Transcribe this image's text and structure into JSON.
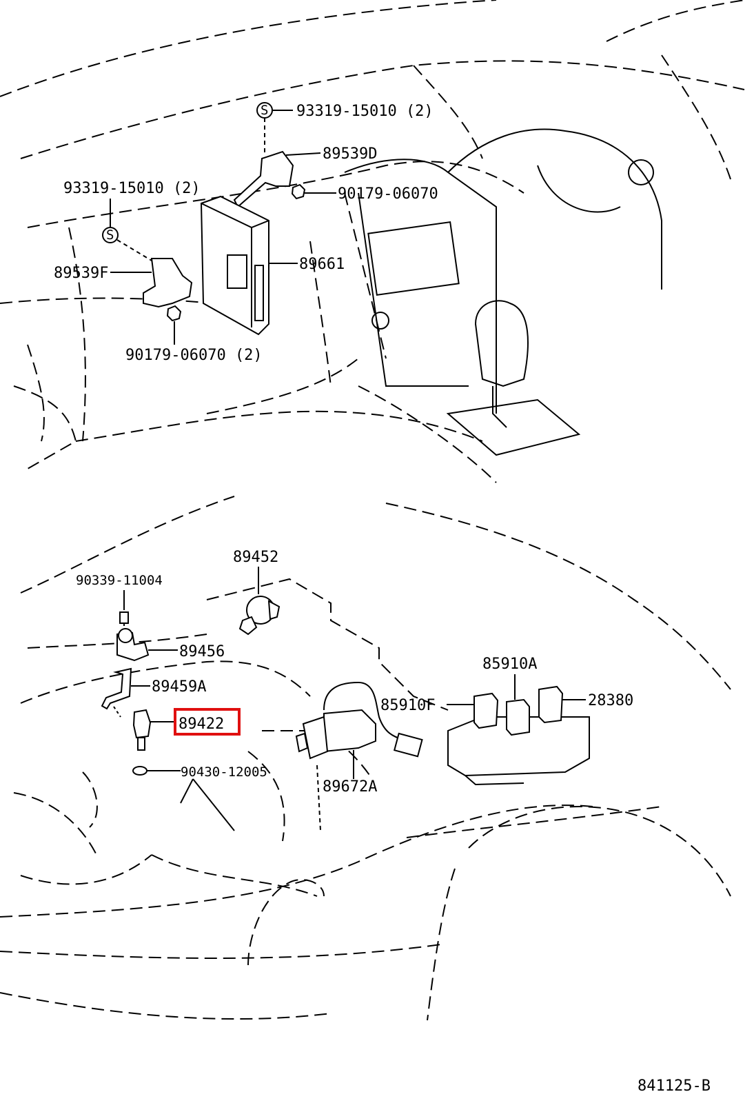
{
  "labels": {
    "l_93319_top": "93319-15010 (2)",
    "l_89539d": "89539D",
    "l_90179_top": "90179-06070",
    "l_93319_left": "93319-15010 (2)",
    "l_89539f": "89539F",
    "l_89661": "89661",
    "l_90179_bot": "90179-06070 (2)",
    "l_89452": "89452",
    "l_90339": "90339-11004",
    "l_89456": "89456",
    "l_89459a": "89459A",
    "l_89422": "89422",
    "l_90430": "90430-12005",
    "l_89672a": "89672A",
    "l_85910a": "85910A",
    "l_85910f": "85910F",
    "l_28380": "28380",
    "s_top": "S",
    "s_left": "S"
  },
  "diagram_id": "841125-B",
  "highlight_color": "#e01010"
}
